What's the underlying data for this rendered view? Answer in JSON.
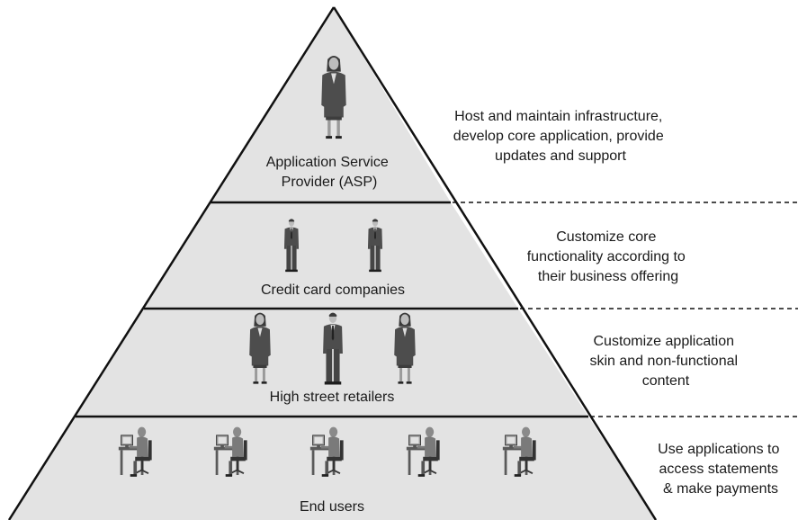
{
  "colors": {
    "tier_fill": "#e3e3e3",
    "outline": "#111111",
    "figure_dark": "#4a4a4a",
    "figure_mid": "#7a7a7a",
    "figure_light": "#b8b8b8",
    "background": "#ffffff"
  },
  "tiers": [
    {
      "label_lines": [
        "Application Service",
        "Provider (ASP)"
      ],
      "description_lines": [
        "Host and maintain infrastructure,",
        "develop core application, provide",
        "updates and support"
      ],
      "figures": [
        "businesswoman-icon"
      ]
    },
    {
      "label_lines": [
        "Credit card companies"
      ],
      "description_lines": [
        "Customize core",
        "functionality according to",
        "their business offering"
      ],
      "figures": [
        "businessman-icon",
        "businessman-icon"
      ]
    },
    {
      "label_lines": [
        "High street retailers"
      ],
      "description_lines": [
        "Customize application",
        "skin and non-functional",
        "content"
      ],
      "figures": [
        "businesswoman-icon",
        "businessman-icon",
        "businesswoman-icon"
      ]
    },
    {
      "label_lines": [
        "End users"
      ],
      "description_lines": [
        "Use applications to",
        "access statements",
        "& make payments"
      ],
      "figures": [
        "computer-user-icon",
        "computer-user-icon",
        "computer-user-icon",
        "computer-user-icon",
        "computer-user-icon"
      ]
    }
  ]
}
